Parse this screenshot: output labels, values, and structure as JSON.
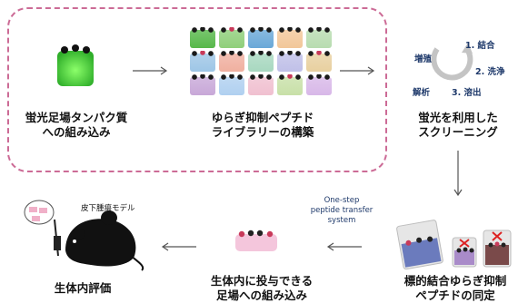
{
  "scaffold": {
    "caption_line1": "蛍光足場タンパク質",
    "caption_line2": "への組み込み"
  },
  "library": {
    "caption_line1": "ゆらぎ抑制ペプチド",
    "caption_line2": "ライブラリーの構築",
    "tile_colors": [
      "#57b84a",
      "#8fcf7a",
      "#6aa8d8",
      "#f2c79a",
      "#b8dcb0",
      "#9ec6e6",
      "#f0b0a0",
      "#a8d8c0",
      "#c0c0e8",
      "#e8d0a0",
      "#c8a8d8",
      "#b0d0f0",
      "#f0c0d0",
      "#c8e0a8",
      "#d8b8e8"
    ]
  },
  "screening": {
    "caption_line1": "蛍光を利用した",
    "caption_line2": "スクリーニング",
    "steps": [
      "1. 結合",
      "2. 洗浄",
      "3. 溶出"
    ],
    "label_amplify": "増殖",
    "label_analysis": "解析"
  },
  "binding_peptide": {
    "caption_line1": "標的結合ゆらぎ抑制",
    "caption_line2": "ペプチドの同定"
  },
  "transfer": {
    "label_line1": "One-step",
    "label_line2": "peptide transfer",
    "label_line3": "system",
    "caption_line1": "生体内に投与できる",
    "caption_line2": "足場への組み込み"
  },
  "invivo": {
    "tumor_label": "皮下腫瘍モデル",
    "caption": "生体内評価"
  },
  "colors": {
    "dashed_border": "#cc6b96",
    "arrow": "#555555",
    "text_blue": "#1f3a6b"
  }
}
